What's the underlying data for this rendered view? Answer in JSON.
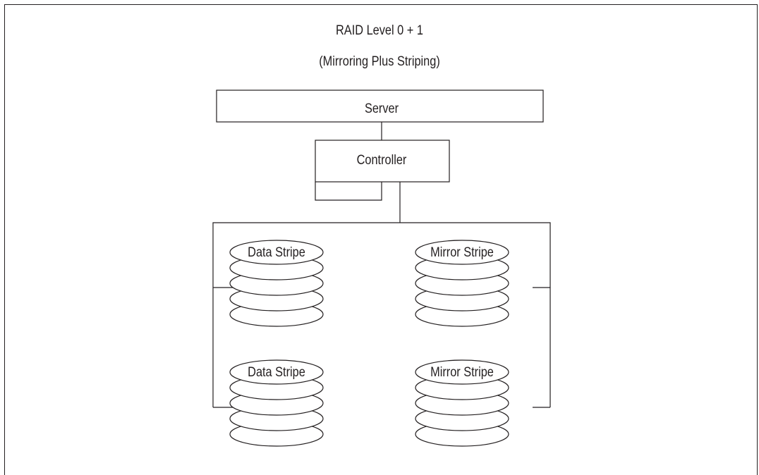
{
  "title": "RAID Level 0 + 1",
  "subtitle": "(Mirroring Plus Striping)",
  "server_label": "Server",
  "controller_label": "Controller",
  "disks": [
    {
      "id": "data-stripe-1",
      "label": "Data Stripe",
      "platters": 5
    },
    {
      "id": "mirror-stripe-1",
      "label": "Mirror Stripe",
      "platters": 5
    },
    {
      "id": "data-stripe-2",
      "label": "Data Stripe",
      "platters": 5
    },
    {
      "id": "mirror-stripe-2",
      "label": "Mirror Stripe",
      "platters": 5
    }
  ],
  "colors": {
    "line": "#231f20",
    "fill": "#ffffff"
  }
}
